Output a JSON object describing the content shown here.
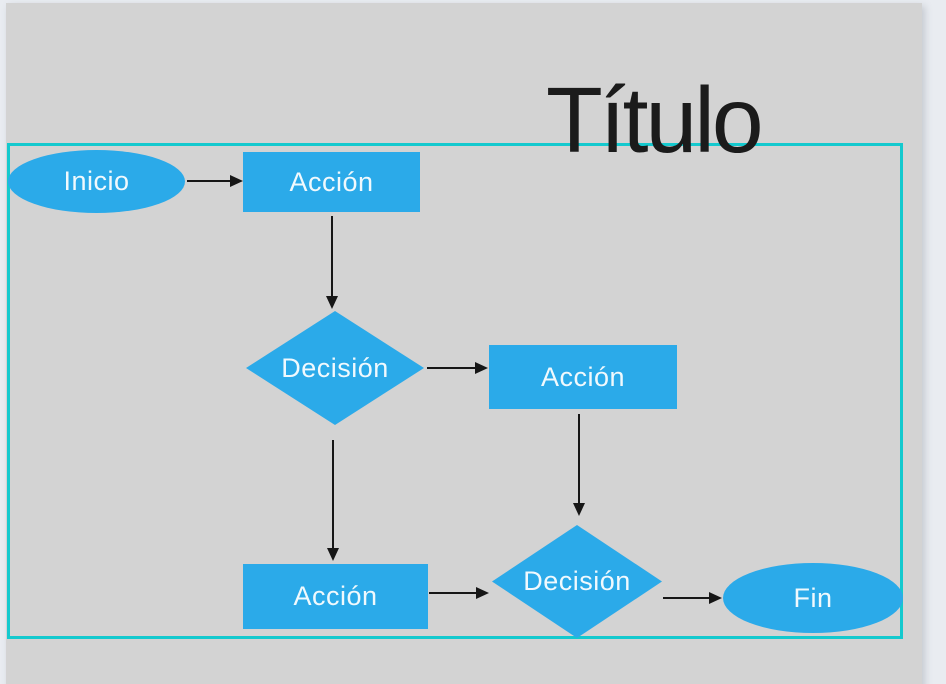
{
  "colors": {
    "page-bg": "#e9ecf1",
    "canvas-bg": "#d3d3d3",
    "shape-fill": "#2baae9",
    "selection-border": "#14c9ce",
    "arrow-color": "#161616",
    "title-color": "#1b1b1b",
    "label-color": "#ffffff"
  },
  "slide": {
    "title": "Título"
  },
  "flowchart": {
    "nodes": [
      {
        "id": "start",
        "type": "ellipse",
        "label": "Inicio"
      },
      {
        "id": "action-1",
        "type": "rectangle",
        "label": "Acción"
      },
      {
        "id": "decision-1",
        "type": "diamond",
        "label": "Decisión"
      },
      {
        "id": "action-2",
        "type": "rectangle",
        "label": "Acción"
      },
      {
        "id": "action-3",
        "type": "rectangle",
        "label": "Acción"
      },
      {
        "id": "decision-2",
        "type": "diamond",
        "label": "Decisión"
      },
      {
        "id": "end",
        "type": "ellipse",
        "label": "Fin"
      }
    ],
    "edges": [
      {
        "from": "start",
        "to": "action-1"
      },
      {
        "from": "action-1",
        "to": "decision-1"
      },
      {
        "from": "decision-1",
        "to": "action-2"
      },
      {
        "from": "decision-1",
        "to": "action-3"
      },
      {
        "from": "action-2",
        "to": "decision-2"
      },
      {
        "from": "action-3",
        "to": "decision-2"
      },
      {
        "from": "decision-2",
        "to": "end"
      }
    ]
  }
}
